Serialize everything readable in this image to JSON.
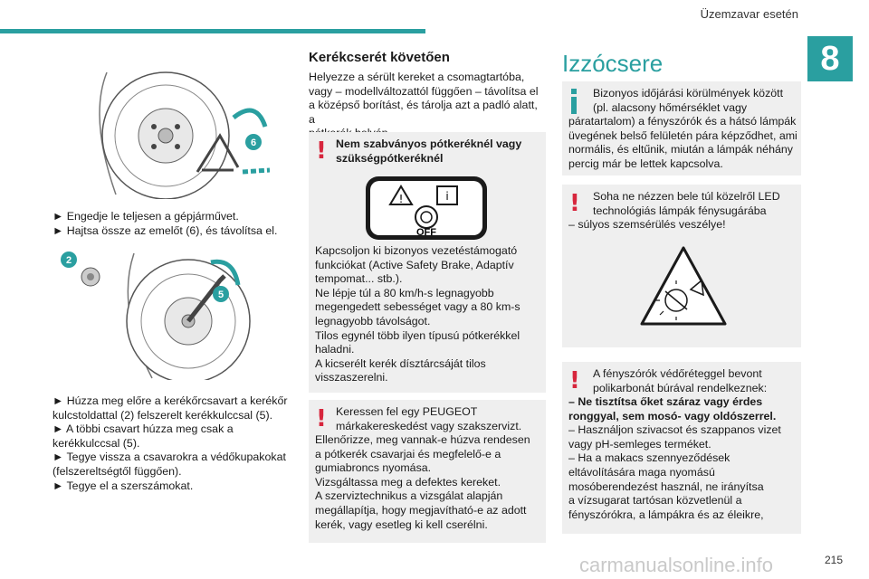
{
  "header": {
    "section": "Üzemzavar esetén",
    "chapter": "8"
  },
  "col1": {
    "fig1_callout": "6",
    "p1": [
      "► Engedje le teljesen a gépjárművet.",
      "► Hajtsa össze az emelőt (6), és távolítsa el."
    ],
    "fig2_callouts": [
      "2",
      "5"
    ],
    "p2": [
      "► Húzza meg előre a kerékőrcsavart a kerékőr",
      "kulcstoldattal (2) felszerelt kerékkulccsal (5).",
      "► A többi csavart húzza meg csak a",
      "kerékkulccsal (5).",
      "► Tegye vissza a csavarokra a védőkupakokat",
      "(felszereltségtől függően).",
      "► Tegye el a szerszámokat."
    ]
  },
  "col2": {
    "heading": "Kerékcserét követően",
    "intro": [
      "Helyezze a sérült kereket a csomagtartóba,",
      "vagy – modellváltozattól függően – távolítsa el",
      "a középső borítást, és tárolja azt a padló alatt, a",
      "pótkerék helyén."
    ],
    "warn1_title": [
      "Nem szabványos pótkeréknél vagy",
      "szükségpótkeréknél"
    ],
    "off_label": "OFF",
    "warn1_body": [
      "Kapcsoljon ki bizonyos vezetéstámogató",
      "funkciókat (Active Safety Brake, Adaptív",
      "tempomat... stb.).",
      "Ne lépje túl a 80 km/h-s legnagyobb",
      "megengedett sebességet vagy a 80 km-s",
      "legnagyobb távolságot.",
      "Tilos egynél több ilyen típusú pótkerékkel",
      "haladni.",
      "A kicserélt kerék dísztárcsáját tilos",
      "visszaszerelni."
    ],
    "warn2": [
      "Keressen fel egy PEUGEOT",
      "márkakereskedést vagy szakszervizt.",
      "Ellenőrizze, meg vannak-e húzva rendesen",
      "a pótkerék csavarjai és megfelelő-e a",
      "gumiabroncs nyomása.",
      "Vizsgáltassa meg a defektes kereket.",
      "A szerviztechnikus a vizsgálat alapján",
      "megállapítja, hogy megjavítható-e az adott",
      "kerék, vagy esetleg ki kell cserélni."
    ]
  },
  "col3": {
    "heading": "Izzócsere",
    "info": [
      "Bizonyos időjárási körülmények között",
      "(pl. alacsony hőmérséklet vagy",
      "páratartalom) a fényszórók és a hátsó lámpák",
      "üvegének belső felületén pára képződhet, ami",
      "normális, és eltűnik, miután a lámpák néhány",
      "percig már be lettek kapcsolva."
    ],
    "led_warn": [
      "Soha ne nézzen bele túl közelről LED",
      "technológiás lámpák fénysugárába",
      "– súlyos szemsérülés veszélye!"
    ],
    "lens_warn_1": "A fényszórók védőréteggel bevont",
    "lens_warn_2": "polikarbonát búrával rendelkeznek:",
    "lens_warn_bold": [
      "– Ne tisztítsa őket száraz vagy érdes",
      "ronggyal, sem mosó- vagy oldószerrel."
    ],
    "lens_warn_rest": [
      "– Használjon szivacsot és szappanos vizet",
      "vagy pH-semleges terméket.",
      "– Ha a makacs szennyeződések",
      "eltávolítására maga nyomású",
      "mosóberendezést használ, ne irányítsa",
      "a vízsugarat tartósan közvetlenül a",
      "fényszórókra, a lámpákra és az éleikre,"
    ]
  },
  "footer": {
    "url": "carmanualsonline.info",
    "page": "215"
  },
  "colors": {
    "accent": "#2a9fa0",
    "warning": "#d7263d",
    "box_bg": "#efefef"
  }
}
